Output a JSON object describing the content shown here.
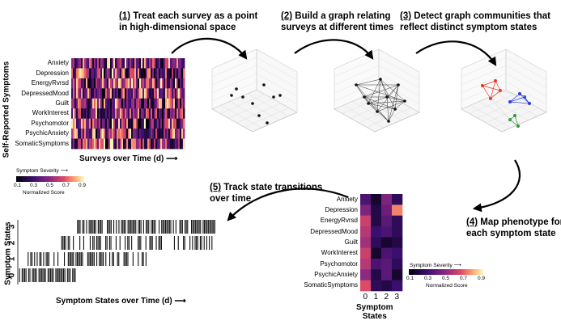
{
  "steps": {
    "s1": {
      "num": "(1)",
      "line1": " Treat each survey as a point",
      "line2": "in high-dimensional space"
    },
    "s2": {
      "num": "(2)",
      "line1": " Build a graph relating",
      "line2": "surveys at different times"
    },
    "s3": {
      "num": "(3)",
      "line1": " Detect graph communities that",
      "line2": "reflect distinct symptom states"
    },
    "s4": {
      "num": "(4)",
      "line1": " Map phenotype for",
      "line2": "each symptom state"
    },
    "s5": {
      "num": "(5)",
      "line1": " Track state transitions",
      "line2": "over time"
    }
  },
  "symptoms": [
    "Anxiety",
    "Depression",
    "EnergyRvrsd",
    "DepressedMood",
    "Guilt",
    "WorkInterest",
    "Psychomotor",
    "PsychicAnxiety",
    "SomaticSymptoms"
  ],
  "heatmap1": {
    "ylabel": "Self-Reported Symptoms",
    "xlabel": "Surveys over Time (d)"
  },
  "colorbar": {
    "label": "Symptom Severity",
    "ticks": [
      "0.1",
      "0.3",
      "0.5",
      "0.7",
      "0.9"
    ],
    "caption": "Normalized Score"
  },
  "states": {
    "ylabel": "Symptom States",
    "xlabel": "Symptom States over Time (d)",
    "ticks": [
      "3",
      "2",
      "1",
      "0"
    ]
  },
  "phenotype": {
    "xticks": [
      "0",
      "1",
      "2",
      "3"
    ],
    "xlabel_line1": "Symptom",
    "xlabel_line2": "States",
    "values": [
      [
        0.3,
        0.1,
        0.45,
        0.2
      ],
      [
        0.45,
        0.15,
        0.4,
        0.8
      ],
      [
        0.65,
        0.15,
        0.35,
        0.2
      ],
      [
        0.6,
        0.25,
        0.3,
        0.2
      ],
      [
        0.55,
        0.2,
        0.1,
        0.15
      ],
      [
        0.65,
        0.1,
        0.3,
        0.25
      ],
      [
        0.6,
        0.3,
        0.35,
        0.2
      ],
      [
        0.5,
        0.15,
        0.35,
        0.1
      ],
      [
        0.7,
        0.2,
        0.15,
        0.25
      ]
    ]
  },
  "colors": {
    "state_red": "#e8332a",
    "state_blue": "#2a3fd6",
    "state_green": "#2c9a3a"
  }
}
